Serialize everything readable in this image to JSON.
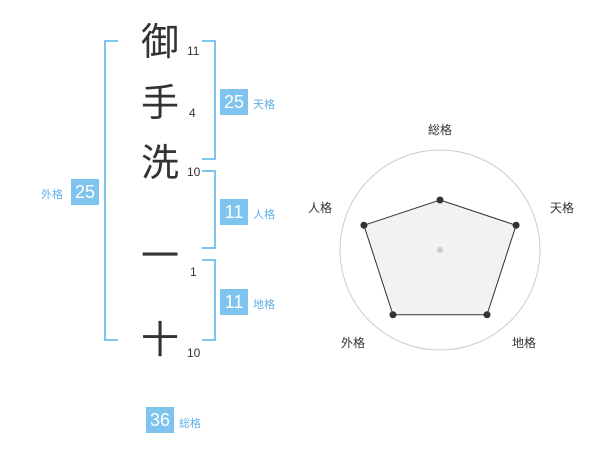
{
  "name": {
    "characters": [
      {
        "char": "御",
        "strokes": "11"
      },
      {
        "char": "手",
        "strokes": "4"
      },
      {
        "char": "洗",
        "strokes": "10"
      },
      {
        "char": "一",
        "strokes": "1"
      },
      {
        "char": "十",
        "strokes": "10"
      }
    ]
  },
  "fortunes": {
    "tenkaku": {
      "value": "25",
      "label": "天格"
    },
    "jinkaku": {
      "value": "11",
      "label": "人格"
    },
    "chikaku": {
      "value": "11",
      "label": "地格"
    },
    "gaikaku": {
      "value": "25",
      "label": "外格"
    },
    "soukaku": {
      "value": "36",
      "label": "総格"
    }
  },
  "radar": {
    "axes": [
      "総格",
      "天格",
      "地格",
      "外格",
      "人格"
    ],
    "values": [
      0.5,
      0.8,
      0.8,
      0.8,
      0.8
    ],
    "rings": 4,
    "fill_color": "#f0f0f0",
    "line_color": "#333333",
    "ring_color": "#cccccc"
  }
}
